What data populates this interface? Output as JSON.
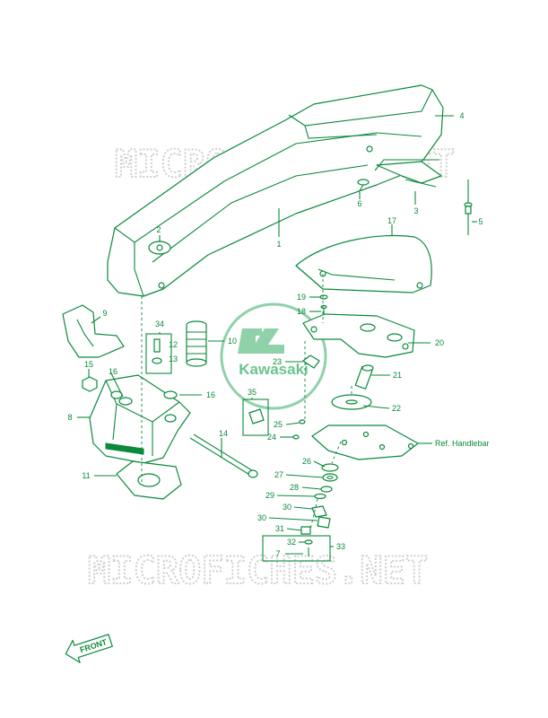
{
  "watermark": {
    "text_top": "MICROFICHES.NET",
    "text_bottom": "MICROFICHES.NET"
  },
  "logo": {
    "brand": "Kawasaki"
  },
  "front_arrow": {
    "label": "FRONT"
  },
  "reference": {
    "label": "Ref. Handlebar"
  },
  "callouts": [
    {
      "id": "c1",
      "label": "1"
    },
    {
      "id": "c2",
      "label": "2"
    },
    {
      "id": "c3",
      "label": "3"
    },
    {
      "id": "c4",
      "label": "4"
    },
    {
      "id": "c5",
      "label": "5"
    },
    {
      "id": "c6",
      "label": "6"
    },
    {
      "id": "c7",
      "label": "7"
    },
    {
      "id": "c8",
      "label": "8"
    },
    {
      "id": "c9",
      "label": "9"
    },
    {
      "id": "c10",
      "label": "10"
    },
    {
      "id": "c11",
      "label": "11"
    },
    {
      "id": "c12",
      "label": "12"
    },
    {
      "id": "c13",
      "label": "13"
    },
    {
      "id": "c14",
      "label": "14"
    },
    {
      "id": "c15",
      "label": "15"
    },
    {
      "id": "c16a",
      "label": "16"
    },
    {
      "id": "c16b",
      "label": "16"
    },
    {
      "id": "c17",
      "label": "17"
    },
    {
      "id": "c18",
      "label": "18"
    },
    {
      "id": "c19",
      "label": "19"
    },
    {
      "id": "c20",
      "label": "20"
    },
    {
      "id": "c21",
      "label": "21"
    },
    {
      "id": "c22",
      "label": "22"
    },
    {
      "id": "c23",
      "label": "23"
    },
    {
      "id": "c24",
      "label": "24"
    },
    {
      "id": "c25",
      "label": "25"
    },
    {
      "id": "c26",
      "label": "26"
    },
    {
      "id": "c27",
      "label": "27"
    },
    {
      "id": "c28",
      "label": "28"
    },
    {
      "id": "c29",
      "label": "29"
    },
    {
      "id": "c30a",
      "label": "30"
    },
    {
      "id": "c30b",
      "label": "30"
    },
    {
      "id": "c31",
      "label": "31"
    },
    {
      "id": "c32",
      "label": "32"
    },
    {
      "id": "c33",
      "label": "33"
    },
    {
      "id": "c34",
      "label": "34"
    },
    {
      "id": "c35",
      "label": "35"
    }
  ],
  "colors": {
    "line": "#0a8a3a",
    "watermark": "#cfcfcf",
    "logo": "#6cc38c",
    "background": "#ffffff"
  }
}
